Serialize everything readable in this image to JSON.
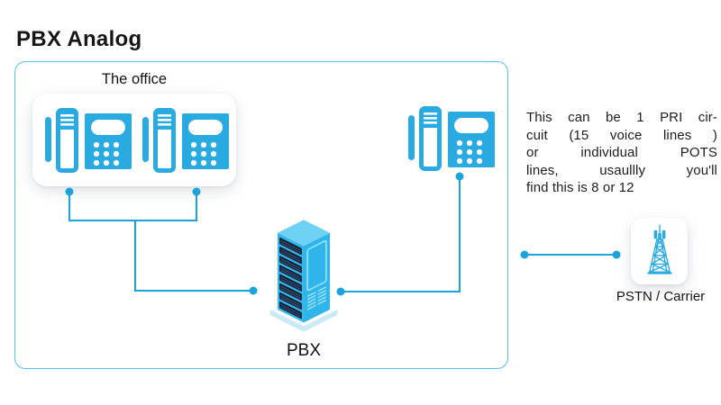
{
  "title": "PBX Analog",
  "office": {
    "label": "The office"
  },
  "pbx": {
    "label": "PBX"
  },
  "pstn": {
    "label": "PSTN / Carrier"
  },
  "note": {
    "lines": [
      "This can be 1 PRI cir-",
      "cuit (15 voice lines )",
      "or individual POTS",
      "lines, usaullly you'll",
      "find this is 8 or 12"
    ]
  },
  "icons": {
    "office_phone_1": "desk-phone-icon",
    "office_phone_2": "desk-phone-icon",
    "trunk_phone": "desk-phone-icon",
    "pbx": "server-rack-icon",
    "pstn": "radio-tower-icon"
  },
  "colors": {
    "accent": "#1BA3DC",
    "icon_blue": "#29ABE2",
    "box_border": "#55C3E9",
    "server_top": "#6FD2F4",
    "server_side": "#2FB5E9",
    "server_slot": "#152238",
    "server_base": "#CBEAF8",
    "card_bg": "#FFFFFF",
    "text": "#1A1A1A"
  }
}
